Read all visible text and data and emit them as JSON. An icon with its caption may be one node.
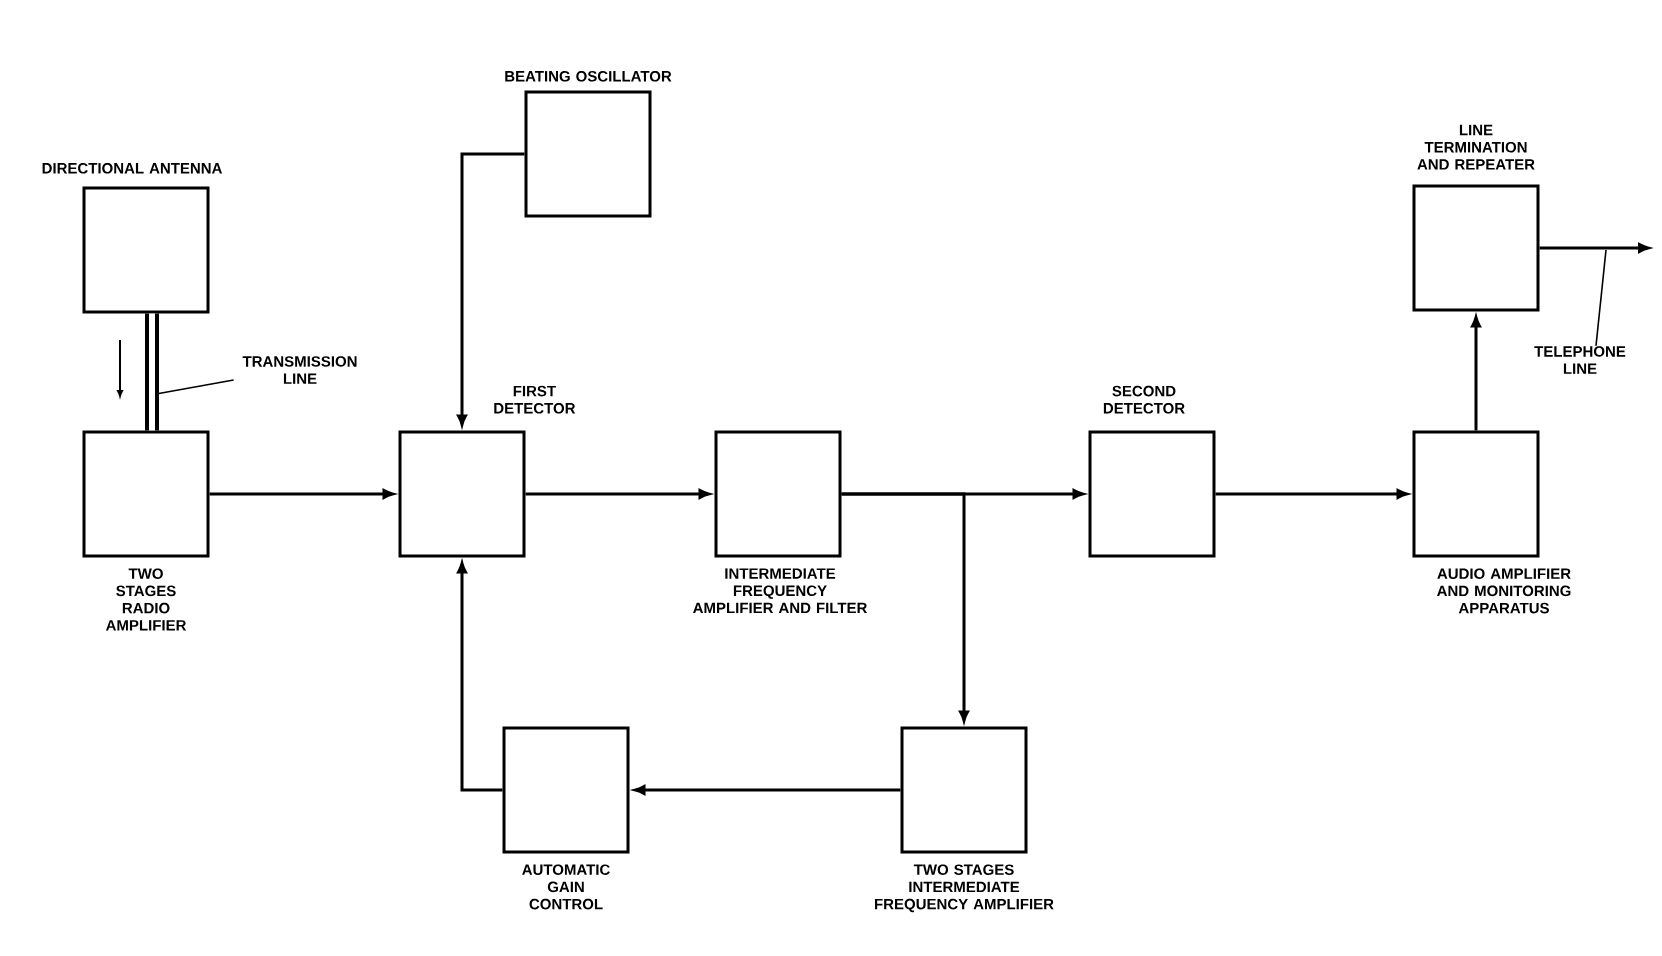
{
  "diagram": {
    "nodes": [
      {
        "text": [
          "DIRECTIONAL ANTENNA"
        ]
      },
      {
        "text": [
          "TWO STAGES RADIO AMPLIFIER"
        ]
      },
      {
        "text": [
          "BEATING OSCILLATOR"
        ]
      },
      {
        "text": [
          "FIRST DETECTOR"
        ]
      },
      {
        "text": [
          "INTERMEDIATE FREQUENCY AMPLIFIER AND FILTER"
        ]
      },
      {
        "text": [
          "SECOND DETECTOR"
        ]
      },
      {
        "text": [
          "LINE TERMINATION AND REPEATER"
        ]
      },
      {
        "text": [
          "AUDIO AMPLIFIER AND MONITORING APPARATUS"
        ]
      },
      {
        "text": [
          "AUTOMATIC GAIN CONTROL"
        ]
      },
      {
        "text": [
          "TWO STAGES INTERMEDIATE FREQUENCY AMPLIFIER"
        ]
      },
      {
        "text": [
          "TRANSMISSION LINE"
        ]
      },
      {
        "text": [
          "TELEPHONE LINE"
        ]
      }
    ],
    "edges": [
      {
        "from": 0,
        "to": 1,
        "arrow": "none",
        "style": "thick"
      },
      {
        "from": 1,
        "to": 3,
        "arrow": "to"
      },
      {
        "from": 2,
        "to": 3,
        "arrow": "to"
      },
      {
        "from": 3,
        "to": 4,
        "arrow": "to"
      },
      {
        "from": 4,
        "to": 5,
        "arrow": "to"
      },
      {
        "from": 4,
        "to": 9,
        "arrow": "to"
      },
      {
        "from": 9,
        "to": 8,
        "arrow": "to"
      },
      {
        "from": 8,
        "to": 3,
        "arrow": "to"
      },
      {
        "from": 5,
        "to": 7,
        "arrow": "to"
      },
      {
        "from": 7,
        "to": 6,
        "arrow": "to"
      },
      {
        "from": 6,
        "to": null,
        "arrow": "to"
      },
      {
        "from": 10,
        "to": null,
        "arrow": "none"
      },
      {
        "from": 11,
        "to": null,
        "arrow": "none"
      }
    ]
  }
}
